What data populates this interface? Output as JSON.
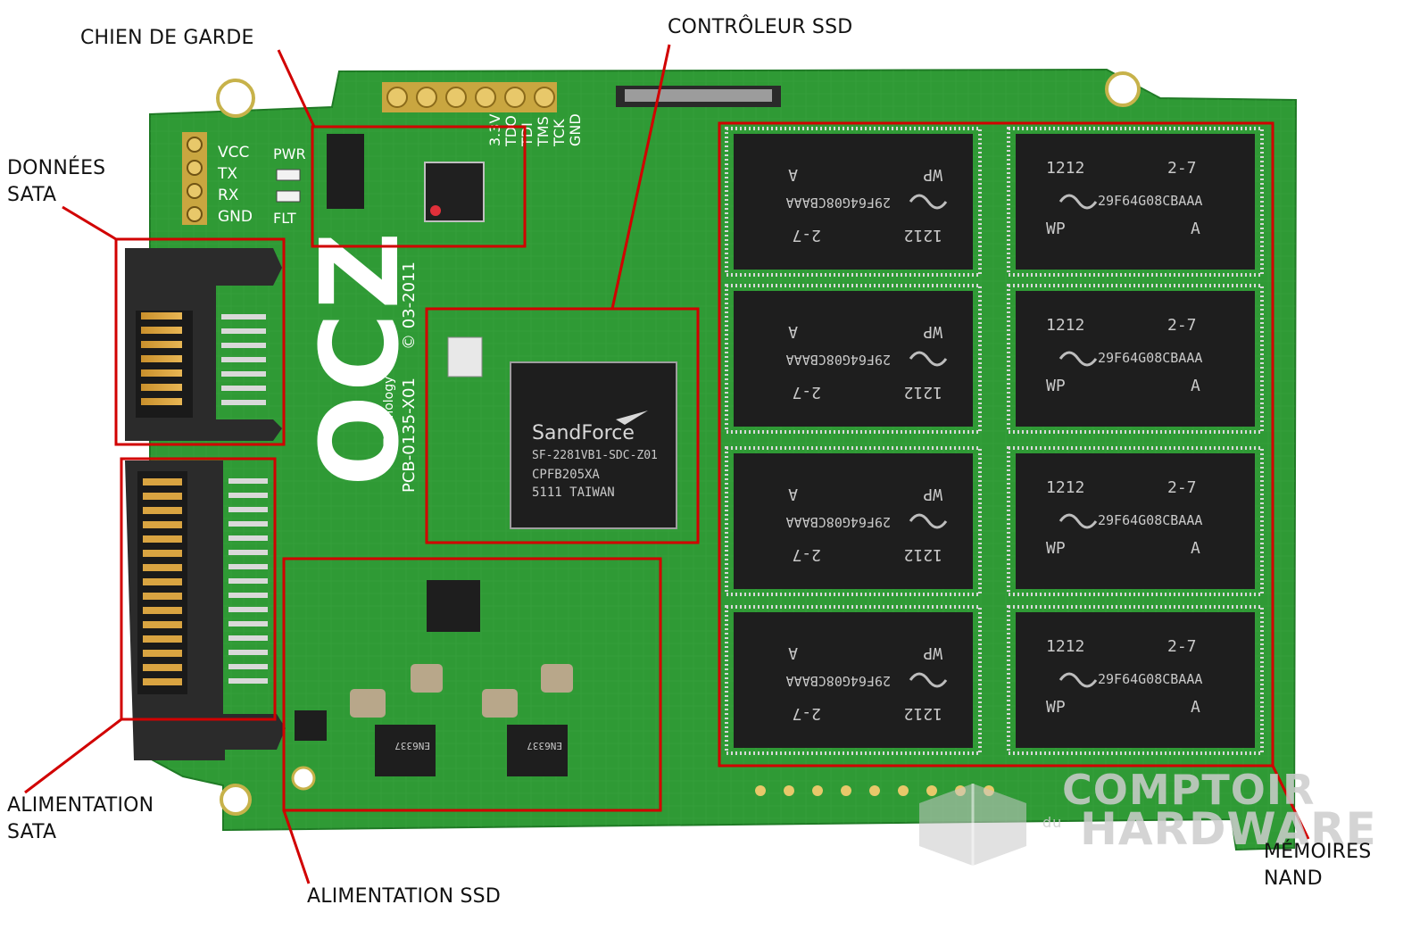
{
  "callouts": {
    "watchdog": "CHIEN DE GARDE",
    "controller": "CONTRÔLEUR SSD",
    "sata_data_1": "DONNÉES",
    "sata_data_2": "SATA",
    "sata_power_1": "ALIMENTATION",
    "sata_power_2": "SATA",
    "ssd_power": "ALIMENTATION SSD",
    "nand_1": "MÉMOIRES",
    "nand_2": "NAND"
  },
  "pcb": {
    "brand": "OCZ",
    "technology": "Technology",
    "board_id": "PCB-0135-X01",
    "date": "© 03-2011",
    "pins": [
      "VCC",
      "TX",
      "RX",
      "GND"
    ],
    "leds": [
      "PWR",
      "FLT"
    ],
    "jtag": [
      "3.3V",
      "TDO",
      "TDI",
      "TMS",
      "TCK",
      "GND"
    ]
  },
  "controller_chip": {
    "brand": "SandForce",
    "line1": "SF-2281VB1-SDC-Z01",
    "line2": "CPFB205XA",
    "line3": "5111   TAIWAN"
  },
  "nand_chip": {
    "date": "1212",
    "rev": "2-7",
    "part": "29F64G08CBAAA",
    "wp": "WP",
    "a": "A"
  },
  "watermark": {
    "line1": "COMPTOIR",
    "small": "du",
    "line2": "HARDWARE"
  },
  "colors": {
    "pcb": "#2f9a35",
    "callout_box": "#d10000",
    "chip": "#1e1e1e"
  }
}
